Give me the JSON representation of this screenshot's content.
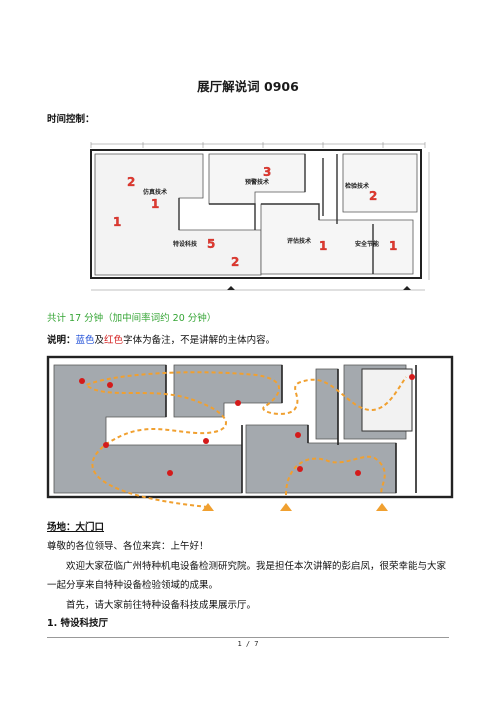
{
  "document": {
    "title": "展厅解说词 0906",
    "time_control_label": "时间控制：",
    "total_time": "共计 17 分钟（加中间率词约 20 分钟）",
    "note": {
      "prefix": "说明：",
      "blue_word": "蓝色",
      "connector": "及",
      "red_word": "红色",
      "suffix": "字体为备注，不是讲解的主体内容。"
    },
    "venue": "场地：大门口",
    "greeting": "尊敬的各位领导、各位来宾：上午好！",
    "intro": "欢迎大家莅临广州特种机电设备检测研究院。我是担任本次讲解的彭启凤，很荣幸能与大家一起分享来自特种设备检验领域的成果。",
    "first_step": "首先，请大家前往特种设备科技成果展示厅。",
    "section_1": "1.  特设科技厅",
    "page_number": "1 / 7"
  },
  "floor_plan_1": {
    "rooms": {
      "simulation": "仿真技术",
      "special_tech": "特设科技",
      "testing": "检验技术",
      "evaluation": "评估技术",
      "energy_saving": "安全节能",
      "warning": "预警技术"
    },
    "time_markers": {
      "simulation_minutes": "2",
      "simulation_minutes_b": "1",
      "special_tech_left": "1",
      "special_tech_center": "5",
      "special_tech_right": "2",
      "warning": "3",
      "testing_right": "2",
      "evaluation": "1",
      "energy_saving": "1"
    },
    "marker_color": "#e03a2f"
  },
  "floor_plan_2": {
    "route_color": "#f0a030",
    "stop_color": "#d41a1a",
    "floor_color": "#9aa0a6"
  }
}
